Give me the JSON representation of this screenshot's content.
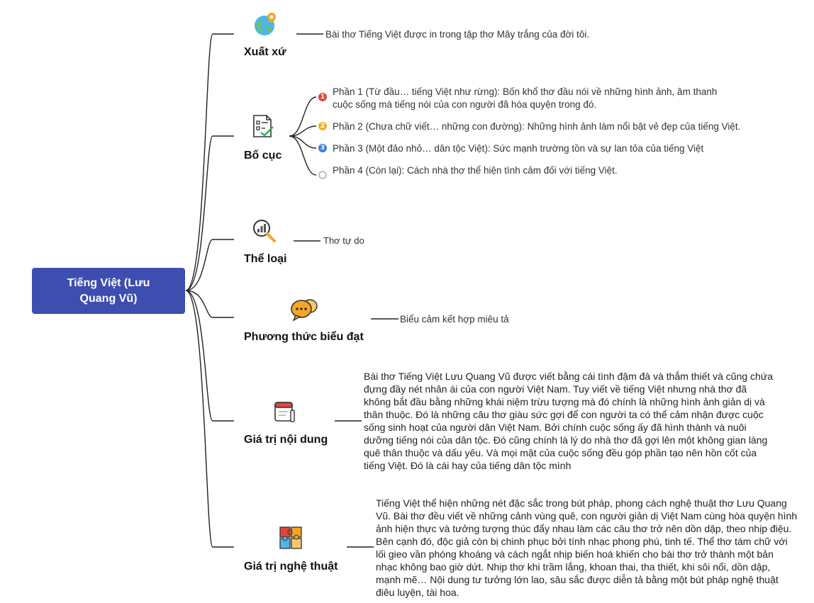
{
  "root": {
    "title": "Tiếng Việt (Lưu Quang Vũ)"
  },
  "branches": {
    "xuat_xu": {
      "label": "Xuất xứ",
      "icon": "globe-pin-icon",
      "text": "Bài thơ Tiếng Việt được in trong tập thơ Mây trắng của đời tôi."
    },
    "bo_cuc": {
      "label": "Bố cục",
      "icon": "checklist-icon",
      "parts": [
        {
          "num": "1",
          "color": "#e0463f",
          "text": "Phần 1 (Từ đầu… tiếng Việt như rừng): Bốn khổ thơ đầu nói về những hình ảnh, âm thanh cuộc sống mà tiếng nói của con người đã hòa quyện trong đó."
        },
        {
          "num": "2",
          "color": "#f0b02a",
          "text": "Phần 2 (Chưa chữ viết… những con đường): Những hình ảnh làm nổi bật vẻ đẹp của tiếng Việt."
        },
        {
          "num": "3",
          "color": "#3d7fd6",
          "text": "Phần 3 (Một đảo nhỏ… dân tộc Việt): Sức mạnh trường tồn và sự lan tỏa của tiếng Việt"
        },
        {
          "num": "",
          "color": "#bdbdbd",
          "text": "Phần 4 (Còn lại): Cách nhà thơ thể hiện tình cảm đối với tiếng Việt."
        }
      ]
    },
    "the_loai": {
      "label": "Thể loại",
      "icon": "magnifier-chart-icon",
      "text": "Thơ tự do"
    },
    "phuong_thuc": {
      "label": "Phương thức biểu đạt",
      "icon": "chat-bubbles-icon",
      "text": "Biểu cảm kết hợp miêu tả"
    },
    "gia_tri_noi_dung": {
      "label": "Giá trị nội dung",
      "icon": "calendar-pen-icon",
      "text": "Bài thơ Tiếng Việt Lưu Quang Vũ được viết bằng cái tình đậm đà và thắm thiết và cũng chứa đựng đầy nét nhân ái của con người Việt Nam. Tuy viết về tiếng Việt nhưng nhà thơ đã không bắt đầu bằng những khái niệm trừu tượng mà đó chính là những hình ảnh giản dị và thân thuộc. Đó là những câu thơ giàu sức gợi để con người ta có thể cảm nhận được cuộc sống sinh hoạt của người dân Việt Nam. Bởi chính cuộc sống ấy đã hình thành và nuôi dưỡng tiếng nói của dân tộc. Đó cũng chính là lý do nhà thơ đã gợi lên một không gian làng quê thân thuộc và dấu yêu. Và mọi mặt của cuộc sống đều góp phần tạo nên hồn cốt của tiếng Việt. Đó là cái hay của tiếng dân tộc mình"
    },
    "gia_tri_nghe_thuat": {
      "label": "Giá trị nghệ thuật",
      "icon": "puzzle-icon",
      "text": "Tiếng Việt thể hiện những nét đặc sắc trong bút pháp, phong cách nghệ thuật thơ Lưu Quang Vũ. Bài thơ đều viết về những cảnh vùng quê, con người giản dị Việt Nam cùng hòa quyện hình ảnh hiện thực và tưởng tượng thúc đẩy nhau làm các câu thơ trở nên dồn dập, theo nhịp điệu. Bên cạnh đó, độc giả còn bị chinh phục bởi tính nhạc phong phú, tinh tế. Thể thơ tám chữ với lối gieo vần phóng khoáng và cách ngắt nhịp biến hoá khiến cho bài thơ trở thành một bản nhạc không bao giờ dứt. Nhịp thơ khi trầm lắng, khoan thai, tha thiết, khi sôi nổi, dồn dập, mạnh mẽ… Nội dung tư tưởng lớn lao, sâu sắc được diễn tả bằng một bút pháp nghệ thuật điêu luyện, tài hoa."
    }
  }
}
